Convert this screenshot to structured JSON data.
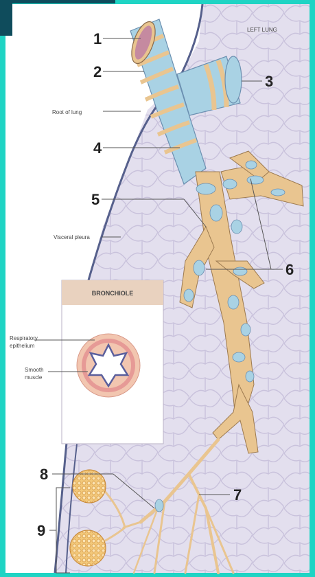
{
  "header": {
    "left_lung": "LEFT LUNG"
  },
  "callouts": [
    "1",
    "2",
    "3",
    "4",
    "5",
    "6",
    "7",
    "8",
    "9"
  ],
  "labels": {
    "root_of_lung": "Root of lung",
    "visceral_pleura": "Visceral pleura",
    "respiratory_epithelium_1": "Respiratory",
    "respiratory_epithelium_2": "epithelium",
    "smooth_muscle_1": "Smooth",
    "smooth_muscle_2": "muscle"
  },
  "inset": {
    "title": "BRONCHIOLE"
  },
  "colors": {
    "frame": "#1fd4c4",
    "corner_tab": "#0f4c5c",
    "lung_bg": "#e3dfee",
    "cartilage": "#a9d2e4",
    "airway": "#e9c590",
    "pleura_line": "#56608c"
  }
}
